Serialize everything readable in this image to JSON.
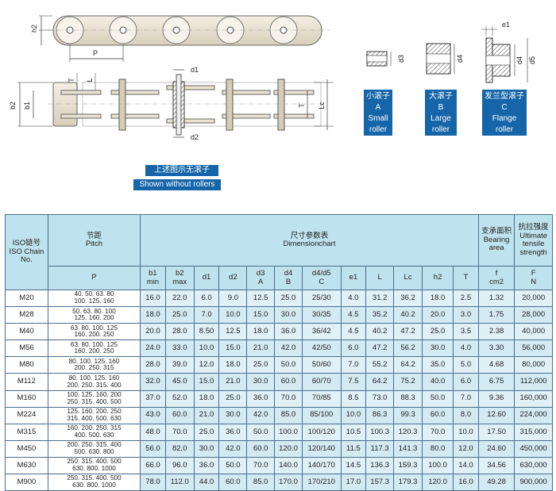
{
  "drawing_labels": {
    "h2": "h2",
    "P": "P",
    "b2": "b2",
    "b1": "b1",
    "T1": "T",
    "L": "L",
    "d1": "d1",
    "d2": "d2",
    "T2": "T",
    "Lc": "Lc",
    "d3": "d3",
    "d4a": "d4",
    "e1": "e1",
    "d4b": "d4",
    "d5": "d5"
  },
  "roller_types": [
    {
      "cn": "小滚子",
      "code": "A",
      "en1": "Small",
      "en2": "roller"
    },
    {
      "cn": "大滚子",
      "code": "B",
      "en1": "Large",
      "en2": "roller"
    },
    {
      "cn": "发兰型滚子",
      "code": "C",
      "en1": "Flange",
      "en2": "roller"
    }
  ],
  "caption": {
    "cn": "上述图示无滚子",
    "en": "Shown without rollers"
  },
  "table": {
    "head": {
      "iso_cn": "ISO链号",
      "iso_en1": "ISO Chain",
      "iso_en2": "No.",
      "pitch_cn": "节距",
      "pitch_en": "Pitch",
      "dim_cn": "尺寸参数表",
      "dim_en": "Dimensionchart",
      "bearing_cn": "支承面积",
      "bearing_en1": "Bearing",
      "bearing_en2": "area",
      "tensile_cn": "抗拉强度",
      "tensile_en1": "Ultimate",
      "tensile_en2": "tensile",
      "tensile_en3": "strength",
      "p": "P",
      "cols": [
        {
          "a": "b1",
          "b": "min"
        },
        {
          "a": "b2",
          "b": "max"
        },
        {
          "a": "d1",
          "b": ""
        },
        {
          "a": "d2",
          "b": ""
        },
        {
          "a": "d3",
          "b": "A"
        },
        {
          "a": "d4",
          "b": "B"
        },
        {
          "a": "d4/d5",
          "b": "C"
        },
        {
          "a": "e1",
          "b": ""
        },
        {
          "a": "L",
          "b": ""
        },
        {
          "a": "Lc",
          "b": ""
        },
        {
          "a": "h2",
          "b": ""
        },
        {
          "a": "T",
          "b": ""
        },
        {
          "a": "f",
          "b": "cm2"
        },
        {
          "a": "F",
          "b": "N"
        }
      ]
    },
    "rows": [
      {
        "size": "M20",
        "p1": "40. 50. 63. 80",
        "p2": "100. 125. 160",
        "v": [
          "16.0",
          "22.0",
          "6.0",
          "9.0",
          "12.5",
          "25.0",
          "25/30",
          "4.0",
          "31.2",
          "36.2",
          "18.0",
          "2.5",
          "1.32",
          "20,000"
        ]
      },
      {
        "size": "M28",
        "p1": "50. 63. 80. 100",
        "p2": "125. 160. 200",
        "v": [
          "18.0",
          "25.0",
          "7.0",
          "10.0",
          "15.0",
          "30.0",
          "30/35",
          "4.5",
          "35.2",
          "40.2",
          "20.0",
          "3.0",
          "1.75",
          "28,000"
        ]
      },
      {
        "size": "M40",
        "p1": "63. 80. 100. 125",
        "p2": "160. 200. 250",
        "v": [
          "20.0",
          "28.0",
          "8.50",
          "12.5",
          "18.0",
          "36.0",
          "36/42",
          "4.5",
          "40.2",
          "47.2",
          "25.0",
          "3.5",
          "2.38",
          "40,000"
        ]
      },
      {
        "size": "M56",
        "p1": "63. 80. 100. 125",
        "p2": "160. 200. 250",
        "v": [
          "24.0",
          "33.0",
          "10.0",
          "15.0",
          "21.0",
          "42.0",
          "42/50",
          "6.0",
          "47.2",
          "56.2",
          "30.0",
          "4.0",
          "3.30",
          "56,000"
        ]
      },
      {
        "size": "M80",
        "p1": "80. 100. 125. 160",
        "p2": "200. 250. 315",
        "v": [
          "28.0",
          "39.0",
          "12.0",
          "18.0",
          "25.0",
          "50.0",
          "50/60",
          "7.0",
          "55.2",
          "64.2",
          "35.0",
          "5.0",
          "4.68",
          "80,000"
        ]
      },
      {
        "size": "M112",
        "p1": "80. 100. 125. 160",
        "p2": "200. 250. 315. 400",
        "v": [
          "32.0",
          "45.0",
          "15.0",
          "21.0",
          "30.0",
          "60.0",
          "60/70",
          "7.5",
          "64.2",
          "75.2",
          "40.0",
          "6.0",
          "6.75",
          "112,000"
        ]
      },
      {
        "size": "M160",
        "p1": "100. 125. 160. 200",
        "p2": "250. 315. 400. 500",
        "v": [
          "37.0",
          "52.0",
          "18.0",
          "25.0",
          "36.0",
          "70.0",
          "70/85",
          "8.5",
          "73.0",
          "88.3",
          "50.0",
          "7.0",
          "9.36",
          "160,000"
        ]
      },
      {
        "size": "M224",
        "p1": "125. 160. 200. 250",
        "p2": "315. 400. 500. 630",
        "v": [
          "43.0",
          "60.0",
          "21.0",
          "30.0",
          "42.0",
          "85.0",
          "85/100",
          "10.0",
          "86.3",
          "99.3",
          "60.0",
          "8.0",
          "12.60",
          "224,000"
        ]
      },
      {
        "size": "M315",
        "p1": "160. 200. 250. 315",
        "p2": "400. 500. 630",
        "v": [
          "48.0",
          "70.0",
          "25.0",
          "36.0",
          "50.0",
          "100.0",
          "100/120",
          "10.5",
          "100.3",
          "120.3",
          "70.0",
          "10.0",
          "17.50",
          "315,000"
        ]
      },
      {
        "size": "M450",
        "p1": "200. 250. 315. 400",
        "p2": "500. 630. 800",
        "v": [
          "56.0",
          "82.0",
          "30.0",
          "42.0",
          "60.0",
          "120.0",
          "120/140",
          "11.5",
          "117.3",
          "141.3",
          "80.0",
          "12.0",
          "24.60",
          "450,000"
        ]
      },
      {
        "size": "M630",
        "p1": "250. 315. 400. 500",
        "p2": "630. 800. 1000",
        "v": [
          "66.0",
          "96.0",
          "36.0",
          "50.0",
          "70.0",
          "140.0",
          "140/170",
          "14.5",
          "136.3",
          "159.3",
          "100.0",
          "14.0",
          "34.56",
          "630,000"
        ]
      },
      {
        "size": "M900",
        "p1": "250. 315. 400. 500",
        "p2": "630. 800. 1000",
        "v": [
          "78.0",
          "112.0",
          "44.0",
          "60.0",
          "85.0",
          "170.0",
          "170/210",
          "17.0",
          "157.3",
          "179.3",
          "120.0",
          "16.0",
          "49.28",
          "900,000"
        ]
      }
    ]
  }
}
